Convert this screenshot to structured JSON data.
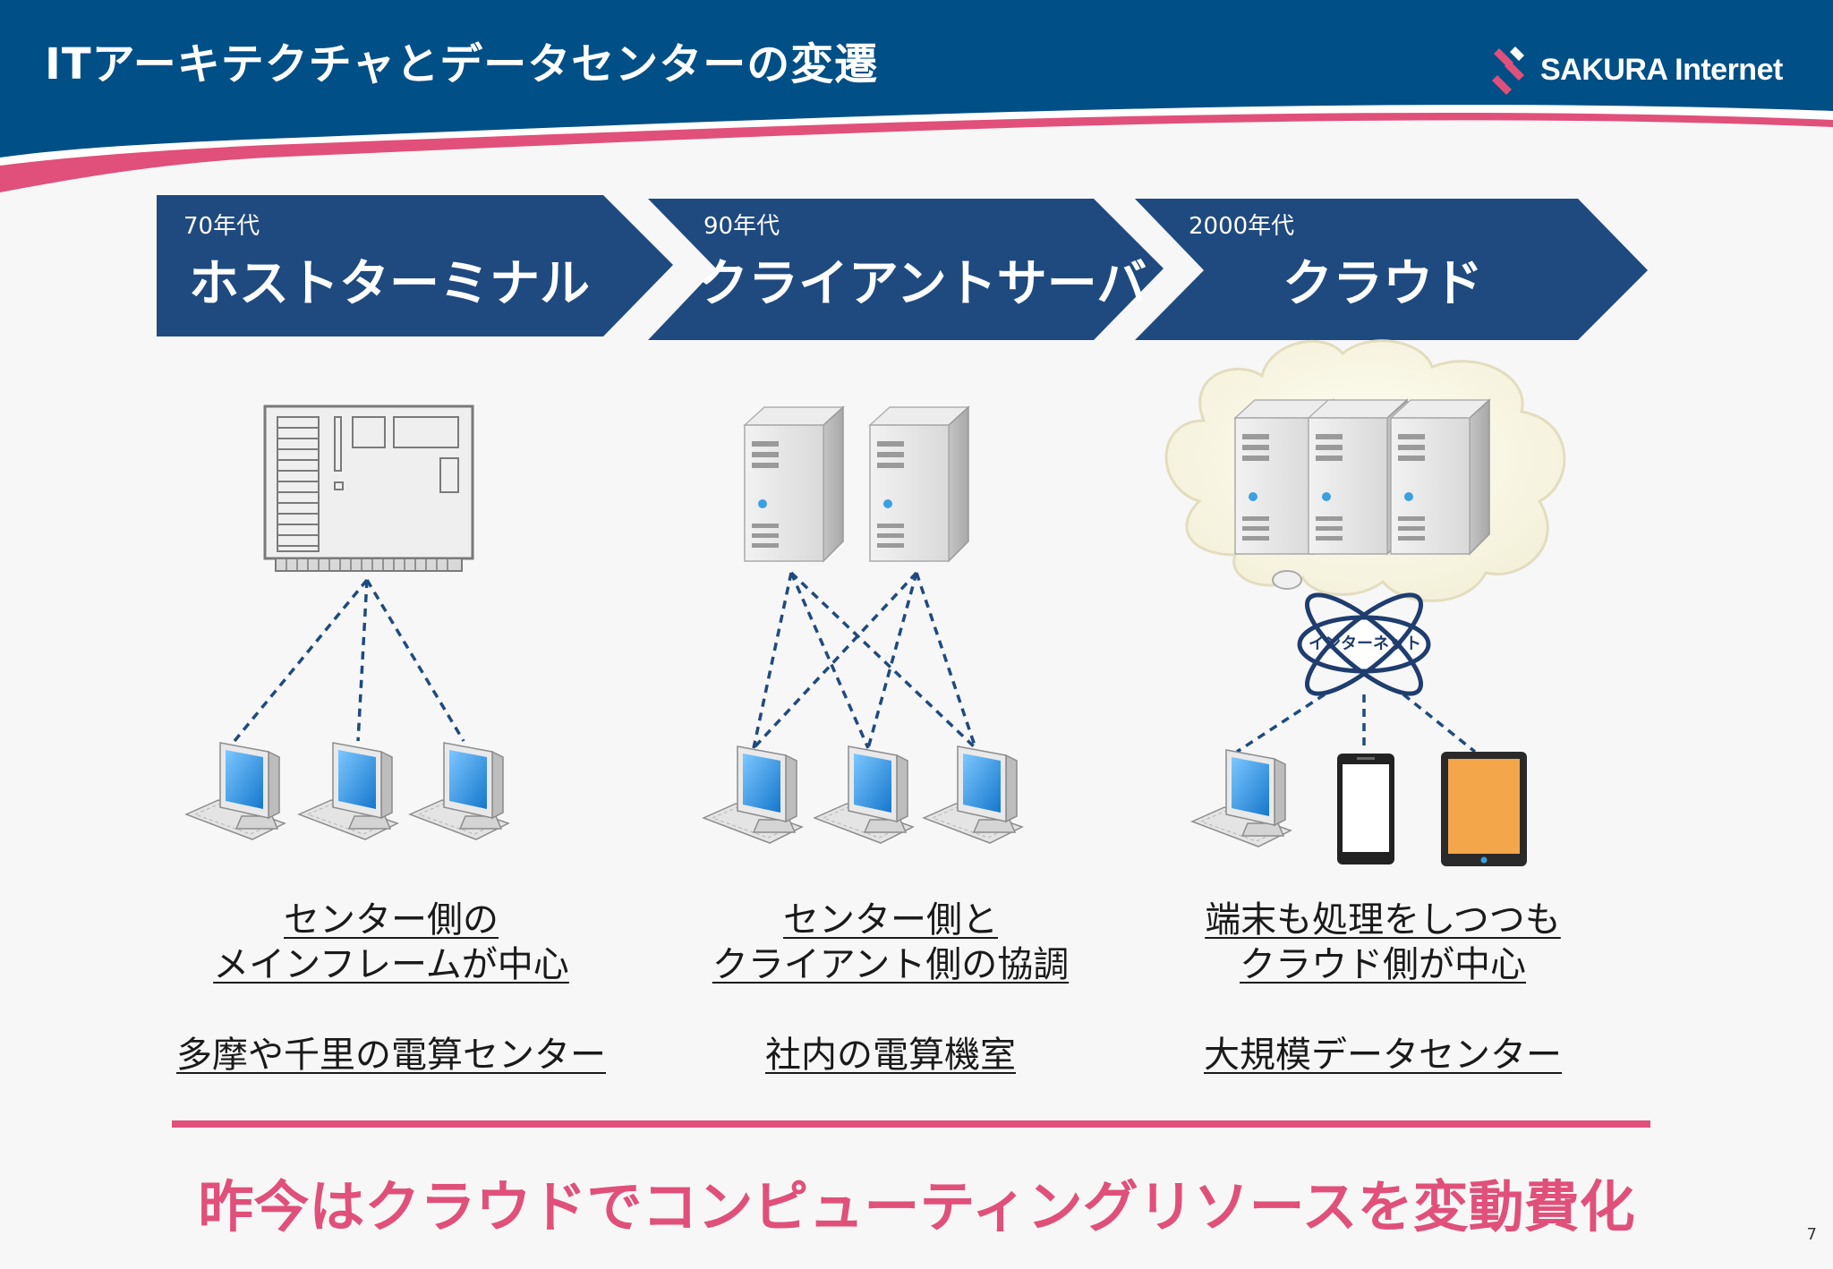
{
  "slide": {
    "title": "ITアーキテクチャとデータセンターの変遷",
    "logo_text": "SAKURA Internet",
    "page_number": "7",
    "conclusion": "昨今はクラウドでコンピューティングリソースを変動費化"
  },
  "eras": [
    {
      "period": "70年代",
      "name": "ホストターミナル",
      "desc_line1": "センター側の",
      "desc_line2": "メインフレームが中心",
      "datacenter": "多摩や千里の電算センター"
    },
    {
      "period": "90年代",
      "name": "クライアントサーバ",
      "desc_line1": "センター側と",
      "desc_line2": "クライアント側の協調",
      "datacenter": "社内の電算機室"
    },
    {
      "period": "2000年代",
      "name": "クラウド",
      "desc_line1": "端末も処理をしつつも",
      "desc_line2": "クラウド側が中心",
      "datacenter": "大規模データセンター"
    }
  ],
  "internet_label": "インターネット",
  "colors": {
    "header_blue": "#004f86",
    "accent_pink": "#e0507a",
    "chevron_navy": "#1f4a7f",
    "screen_blue": "#1e90e0",
    "tablet_orange": "#f4a64a"
  }
}
